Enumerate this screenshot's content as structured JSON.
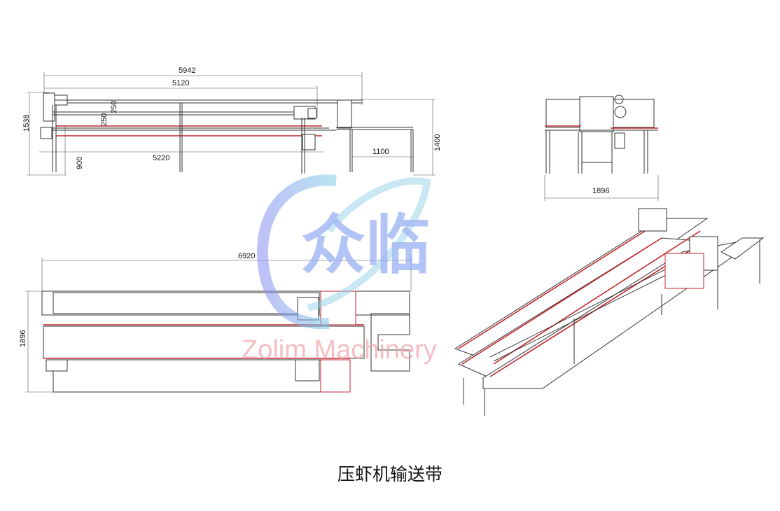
{
  "drawing": {
    "side_view": {
      "dims": {
        "overall_length": "5942",
        "upper_length": "5120",
        "height": "1538",
        "tier_gap_1": "250",
        "tier_gap_2": "250",
        "lower_length": "5220",
        "work_height": "900",
        "discharge_length": "1100",
        "discharge_height": "1400"
      }
    },
    "end_view": {
      "dims": {
        "width": "1896"
      }
    },
    "plan_view": {
      "dims": {
        "total_length": "6920",
        "width": "1896"
      }
    }
  },
  "watermark": {
    "logo": "众临",
    "company": "Zolim Machinery"
  },
  "caption": "压虾机输送带",
  "colors": {
    "line": "#333333",
    "accent_red": "#c0262c",
    "watermark_blue": "#8fa8f0",
    "watermark_pink": "#f0a0a8"
  }
}
